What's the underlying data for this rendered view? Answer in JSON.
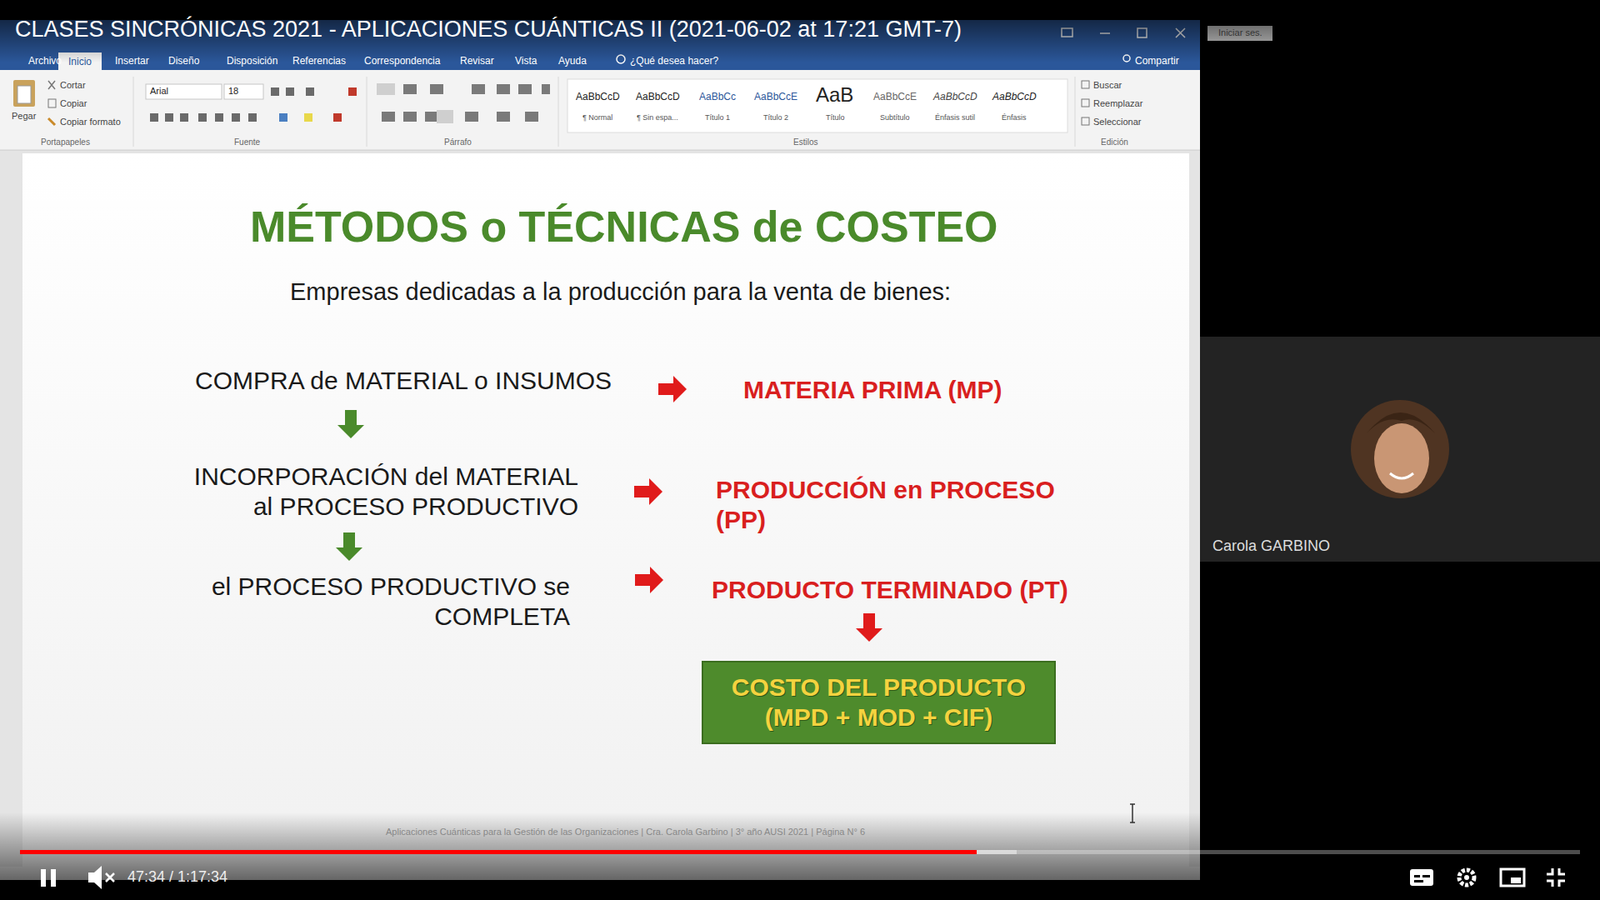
{
  "diagram": {
    "title": "MÉTODOS o TÉCNICAS de COSTEO",
    "nodes": [
      {
        "text": [
          "COMPRA de MATERIAL o INSUMOS"
        ]
      },
      {
        "text": [
          "MATERIA PRIMA (MP)"
        ]
      },
      {
        "text": [
          "INCORPORACIÓN del MATERIAL al PROCESO PRODUCTIVO"
        ]
      },
      {
        "text": [
          "PRODUCCIÓN en PROCESO (PP)"
        ]
      },
      {
        "text": [
          "el PROCESO PRODUCTIVO se COMPLETA"
        ]
      },
      {
        "text": [
          "PRODUCTO TERMINADO (PT)"
        ]
      },
      {
        "text": [
          "COSTO DEL PRODUCTO (MPD + MOD + CIF)"
        ]
      }
    ],
    "edges": [
      {
        "from": 0,
        "to": 1,
        "arrow": "to"
      },
      {
        "from": 0,
        "to": 2,
        "arrow": "to"
      },
      {
        "from": 2,
        "to": 3,
        "arrow": "to"
      },
      {
        "from": 2,
        "to": 4,
        "arrow": "to"
      },
      {
        "from": 4,
        "to": 5,
        "arrow": "to"
      },
      {
        "from": 5,
        "to": 6,
        "arrow": "to"
      }
    ],
    "labels": [
      "CLASES SINCRÓNICAS 2021 - APLICACIONES CUÁNTICAS II (2021-06-02 at 17:21 GMT-7)",
      "Iniciar ses.",
      "Archivo",
      "Inicio",
      "Insertar",
      "Diseño",
      "Disposición",
      "Referencias",
      "Correspondencia",
      "Revisar",
      "Vista",
      "Ayuda",
      "¿Qué desea hacer?",
      "Compartir",
      "Pegar",
      "Cortar",
      "Copiar",
      "Copiar formato",
      "Portapapeles",
      "Arial",
      "18",
      "Fuente",
      "Párrafo",
      "Estilos",
      "Edición",
      "Buscar",
      "Reemplazar",
      "Seleccionar",
      "AaBbCcD",
      "¶ Normal",
      "AaBbCcD",
      "¶ Sin espa...",
      "AaBbCc",
      "Título 1",
      "AaBbCcE",
      "Título 2",
      "AaB",
      "Título",
      "AaBbCcE",
      "Subtítulo",
      "AaBbCcD",
      "Énfasis sutil",
      "AaBbCcD",
      "Énfasis",
      "Empresas dedicadas a la producción para la venta de bienes:",
      "Aplicaciones Cuánticas para la Gestión de las Organizaciones | Cra. Carola Garbino | 3° año AUSI 2021 | Página N° 6",
      "Carola GARBINO",
      "47:34 / 1:17:34"
    ]
  }
}
